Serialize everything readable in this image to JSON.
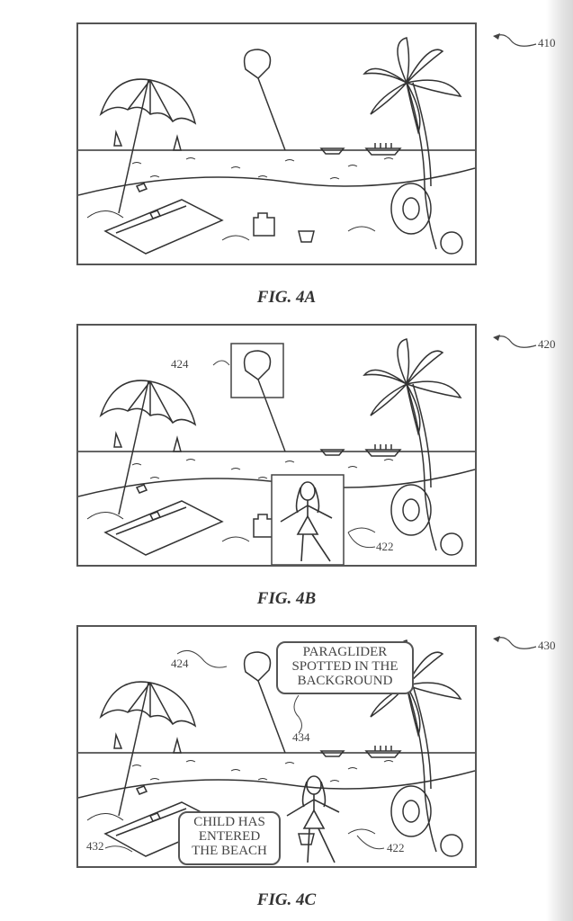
{
  "figures": [
    {
      "caption": "FIG. 4A",
      "ref": "410"
    },
    {
      "caption": "FIG. 4B",
      "ref": "420",
      "labels": {
        "paraglider": "424",
        "child": "422"
      }
    },
    {
      "caption": "FIG. 4C",
      "ref": "430",
      "labels": {
        "paraglider": "424",
        "paraglider_callout": "434",
        "towel_callout": "432",
        "child": "422"
      },
      "callouts": {
        "paraglider": [
          "PARAGLIDER",
          "SPOTTED IN THE",
          "BACKGROUND"
        ],
        "child": [
          "CHILD HAS",
          "ENTERED",
          "THE BEACH"
        ]
      }
    }
  ]
}
